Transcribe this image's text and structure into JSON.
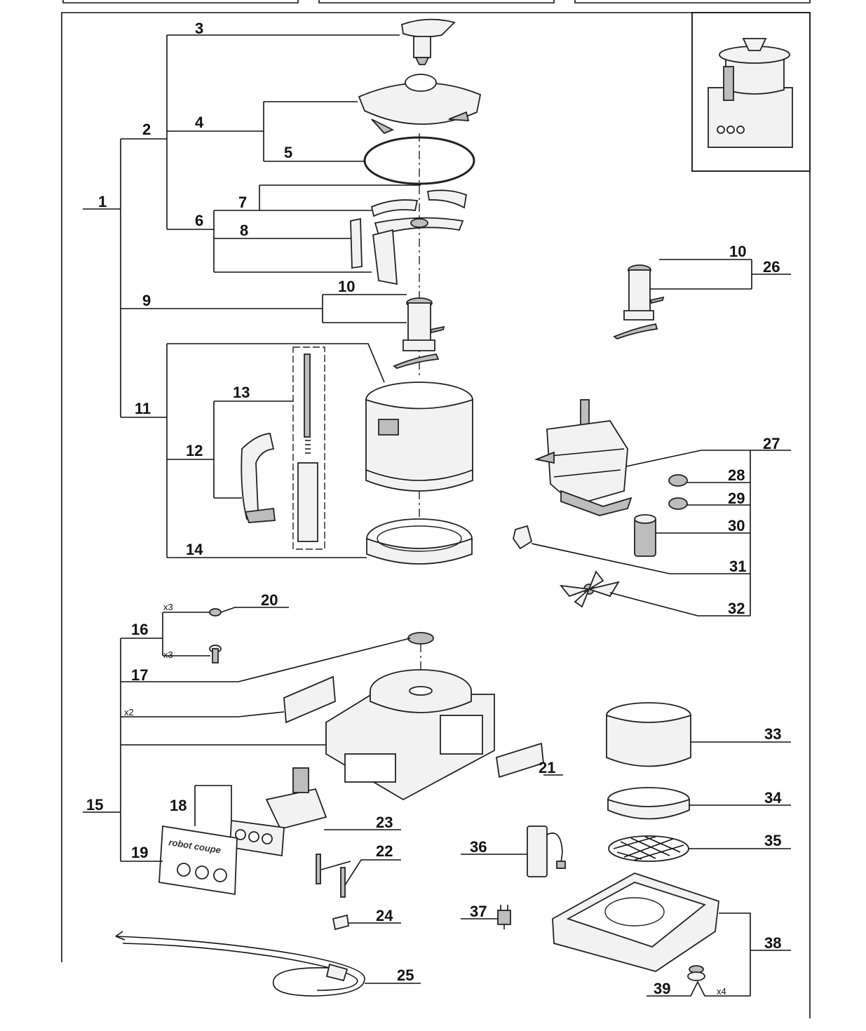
{
  "callouts": {
    "c1": "1",
    "c2": "2",
    "c3": "3",
    "c4": "4",
    "c5": "5",
    "c6": "6",
    "c7": "7",
    "c8": "8",
    "c9": "9",
    "c10a": "10",
    "c10b": "10",
    "c11": "11",
    "c12": "12",
    "c13": "13",
    "c14": "14",
    "c15": "15",
    "c16": "16",
    "c17": "17",
    "c18": "18",
    "c19": "19",
    "c20": "20",
    "c21": "21",
    "c22": "22",
    "c23": "23",
    "c24": "24",
    "c25": "25",
    "c26": "26",
    "c27": "27",
    "c28": "28",
    "c29": "29",
    "c30": "30",
    "c31": "31",
    "c32": "32",
    "c33": "33",
    "c34": "34",
    "c35": "35",
    "c36": "36",
    "c37": "37",
    "c38": "38",
    "c39": "39"
  },
  "quantities": {
    "q20": "x3",
    "q16": "x3",
    "q17": "x2",
    "q39": "x4"
  },
  "labels": {
    "brand": "robot coupe"
  }
}
